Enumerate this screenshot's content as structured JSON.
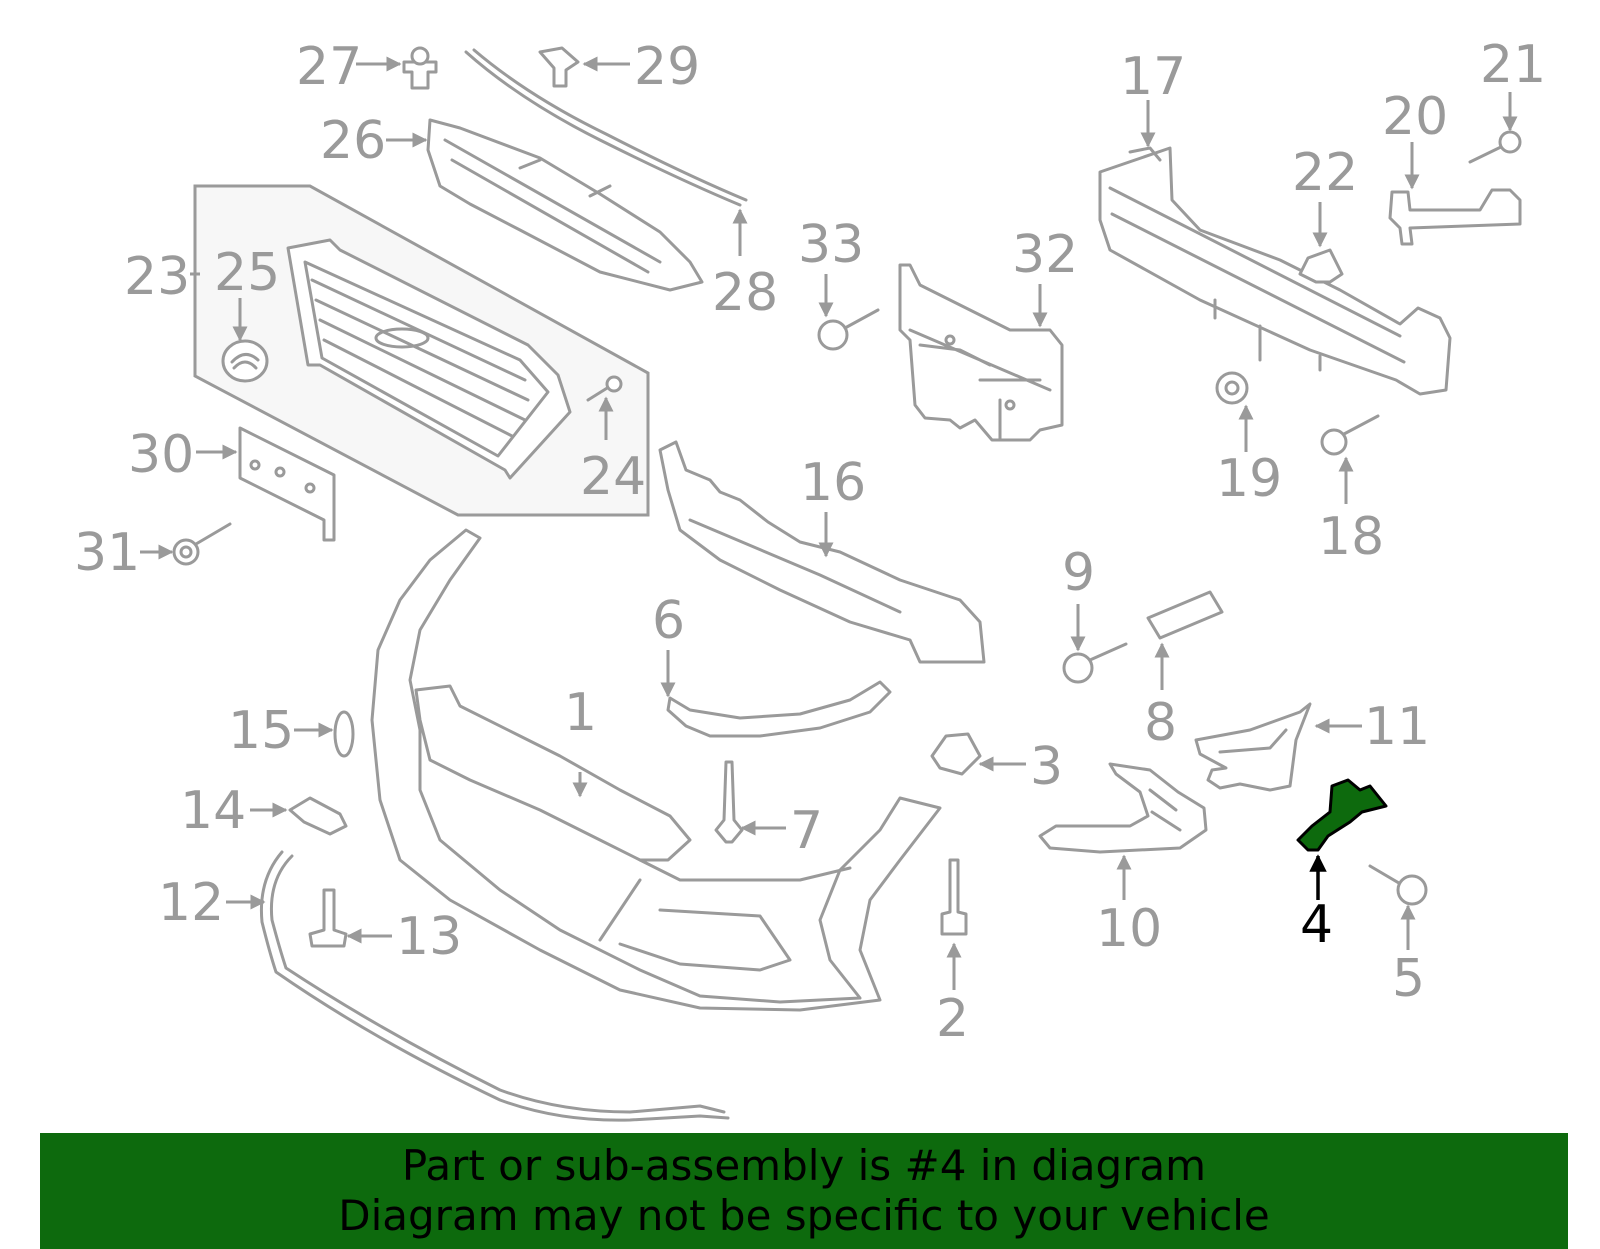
{
  "diagram": {
    "highlight_color": "#0d6a0d",
    "line_color": "#9a9a9a",
    "highlighted_part": "4",
    "callouts": {
      "c1": "1",
      "c2": "2",
      "c3": "3",
      "c4": "4",
      "c5": "5",
      "c6": "6",
      "c7": "7",
      "c8": "8",
      "c9": "9",
      "c10": "10",
      "c11": "11",
      "c12": "12",
      "c13": "13",
      "c14": "14",
      "c15": "15",
      "c16": "16",
      "c17": "17",
      "c18": "18",
      "c19": "19",
      "c20": "20",
      "c21": "21",
      "c22": "22",
      "c23": "23",
      "c24": "24",
      "c25": "25",
      "c26": "26",
      "c27": "27",
      "c28": "28",
      "c29": "29",
      "c30": "30",
      "c31": "31",
      "c32": "32",
      "c33": "33"
    }
  },
  "banner": {
    "line1": "Part or sub-assembly is #4 in diagram",
    "line2": "Diagram may not be specific to your vehicle",
    "background": "#0d6a0d"
  }
}
